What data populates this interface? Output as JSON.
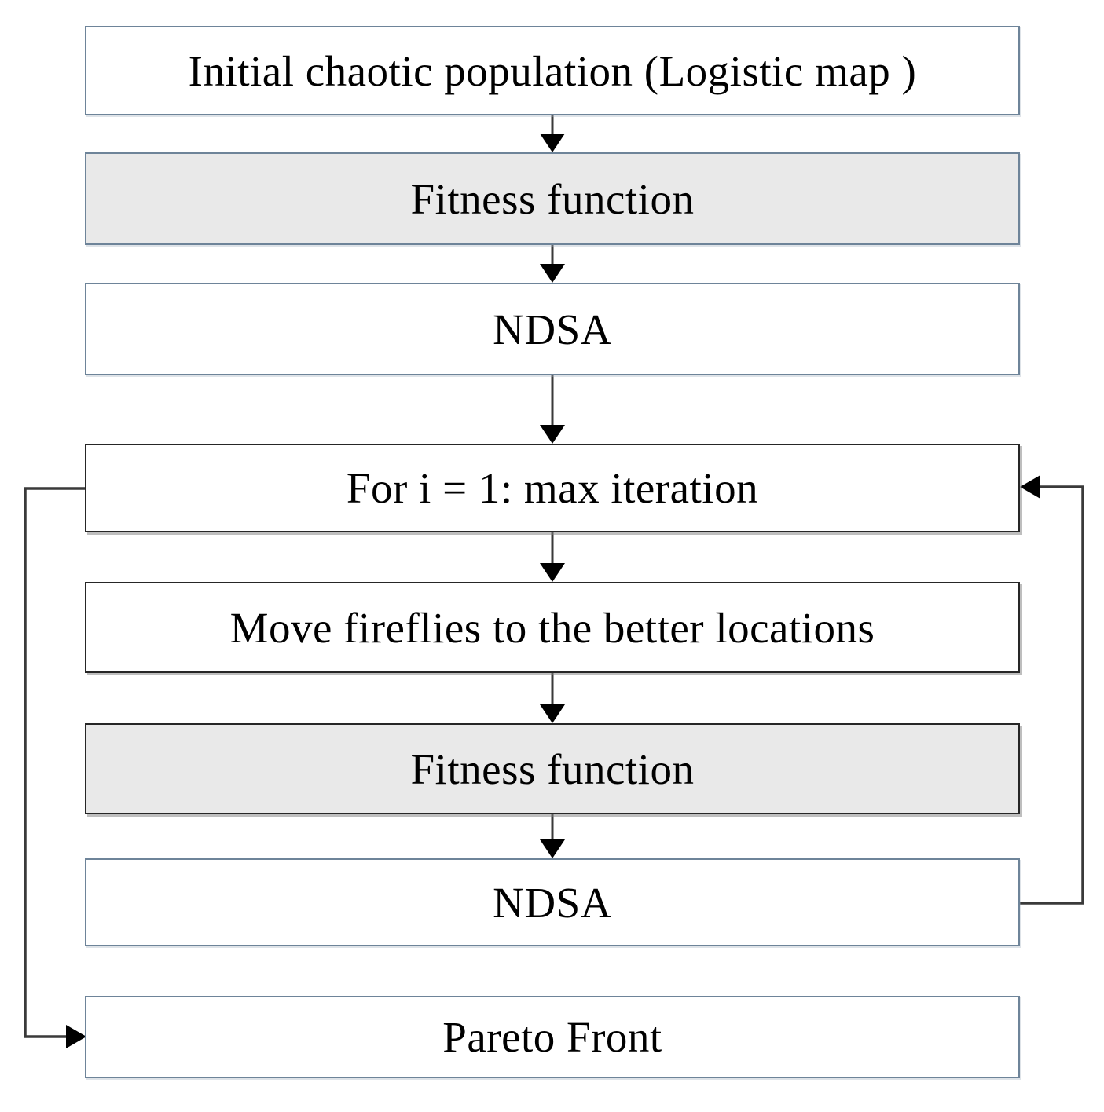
{
  "figure": {
    "type": "flowchart",
    "description": "Chaotic firefly multi-objective optimization algorithm flow",
    "boxes": [
      {
        "id": "initial-population",
        "label": "Initial chaotic population (Logistic map )",
        "fill": "white",
        "border": "blue"
      },
      {
        "id": "fitness-function-1",
        "label": "Fitness function",
        "fill": "gray",
        "border": "blue"
      },
      {
        "id": "ndsa-1",
        "label": "NDSA",
        "fill": "white",
        "border": "blue"
      },
      {
        "id": "for-iteration",
        "label": "For i = 1: max iteration",
        "fill": "white",
        "border": "dark"
      },
      {
        "id": "move-fireflies",
        "label": "Move fireflies to the better locations",
        "fill": "white",
        "border": "dark"
      },
      {
        "id": "fitness-function-2",
        "label": "Fitness function",
        "fill": "gray",
        "border": "dark"
      },
      {
        "id": "ndsa-2",
        "label": "NDSA",
        "fill": "white",
        "border": "blue"
      },
      {
        "id": "pareto-front",
        "label": "Pareto Front",
        "fill": "white",
        "border": "blue"
      }
    ],
    "connectors": [
      {
        "from": "initial-population",
        "to": "fitness-function-1",
        "type": "arrow-down"
      },
      {
        "from": "fitness-function-1",
        "to": "ndsa-1",
        "type": "arrow-down"
      },
      {
        "from": "ndsa-1",
        "to": "for-iteration",
        "type": "arrow-down"
      },
      {
        "from": "for-iteration",
        "to": "move-fireflies",
        "type": "arrow-down"
      },
      {
        "from": "move-fireflies",
        "to": "fitness-function-2",
        "type": "arrow-down"
      },
      {
        "from": "fitness-function-2",
        "to": "ndsa-2",
        "type": "arrow-down"
      },
      {
        "from": "ndsa-2",
        "to": "for-iteration",
        "type": "loop-right-side-up"
      },
      {
        "from": "for-iteration",
        "to": "pareto-front",
        "type": "loop-left-side-down"
      }
    ],
    "colors": {
      "blue_border": "#6e8499",
      "dark_border": "#262626",
      "gray_fill": "#e9e9e9",
      "white_fill": "#ffffff",
      "line": "#3a3a3a",
      "arrowhead": "#000000",
      "text": "#000000"
    }
  }
}
